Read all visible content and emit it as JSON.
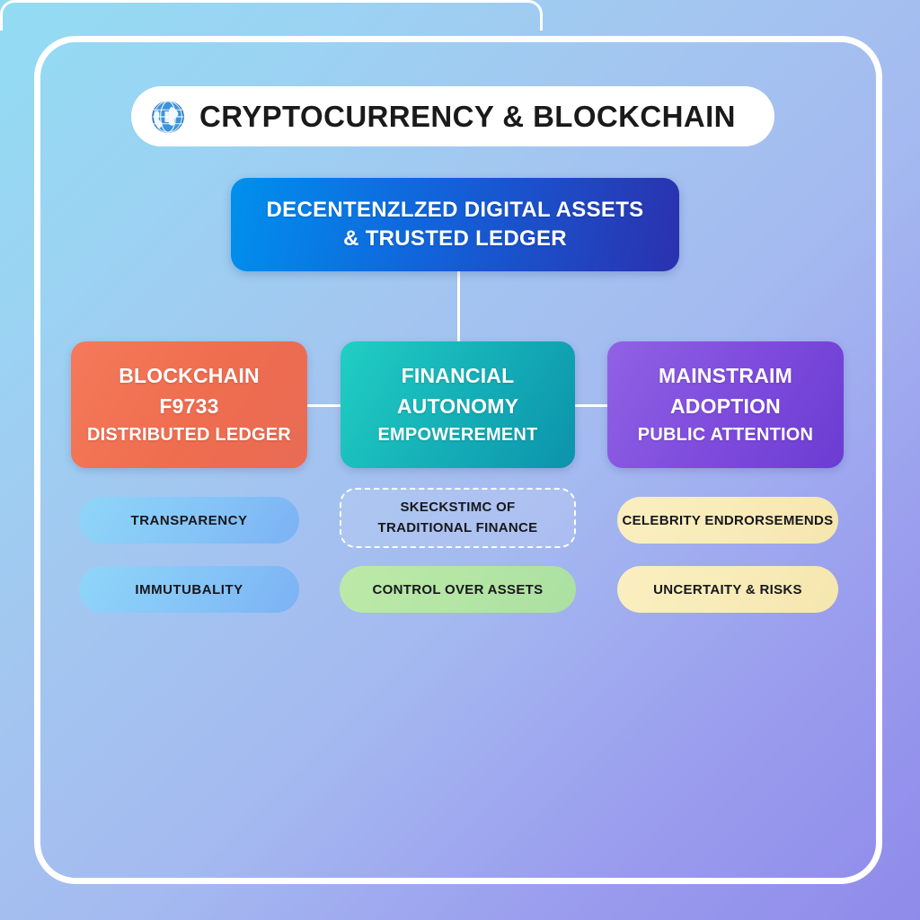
{
  "header": {
    "icon": "globe-icon",
    "title": "CRYPTOCURRENCY & BLOCKCHAIN"
  },
  "root": {
    "line1": "DECENTENZLZED DIGITAL ASSETS",
    "line2": "& TRUSTED LEDGER",
    "color_start": "#0090EE",
    "color_end": "#2B31AE"
  },
  "branches": [
    {
      "line1": "BLOCKCHAIN",
      "line2": "F9733",
      "line3": "DISTRIBUTED LEDGER",
      "color_start": "#F4795A",
      "color_end": "#E96B55"
    },
    {
      "line1": "FINANCIAL",
      "line2": "AUTONOMY",
      "line3": "EMPOWEREMENT",
      "color_start": "#20CFC4",
      "color_end": "#0C93AC"
    },
    {
      "line1": "MAINSTRAIM",
      "line2": "ADOPTION",
      "line3": "PUBLIC ATTENTION",
      "color_start": "#9062E4",
      "color_end": "#6B3CD2"
    }
  ],
  "leaves": {
    "left": [
      {
        "label": "TRANSPARENCY",
        "color": "#8FD6F9"
      },
      {
        "label": "IMMUTUBALITY",
        "color": "#8FD6F9"
      }
    ],
    "middle_dashed": {
      "line1": "SKECKSTIMC OF",
      "line2": "TRADITIONAL FINANCE",
      "border": "#FFFFFF"
    },
    "middle_green": {
      "label": "CONTROL OVER ASSETS",
      "color": "#BDE9A8"
    },
    "right": [
      {
        "label": "CELEBRITY ENDRORSEMENDS",
        "color": "#FAEFC1"
      },
      {
        "label": "UNCERTAITY & RISKS",
        "color": "#FAEFC1"
      }
    ]
  },
  "frame": {
    "border_color": "#FFFFFF"
  },
  "background": {
    "from": "#92DCF2",
    "to": "#8F8BEA"
  }
}
